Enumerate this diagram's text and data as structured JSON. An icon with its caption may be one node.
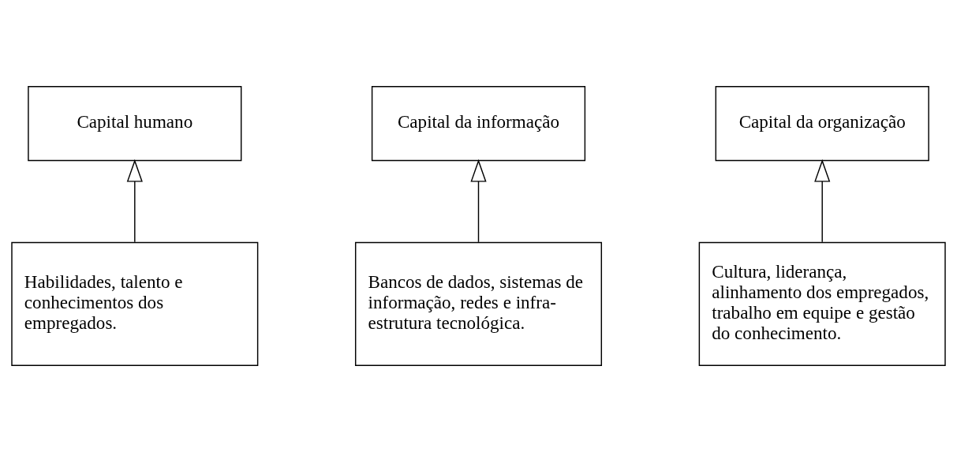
{
  "diagram": {
    "nodes": [
      {
        "text": [
          "Capital humano"
        ]
      },
      {
        "text": [
          "Capital da informação"
        ]
      },
      {
        "text": [
          "Capital da organização"
        ]
      },
      {
        "text": [
          "Habilidades, talento e conhecimentos dos empregados."
        ]
      },
      {
        "text": [
          "Bancos de dados, sistemas de informação, redes e infra-estrutura tecnológica."
        ]
      },
      {
        "text": [
          "Cultura, liderança, alinhamento dos empregados, trabalho em equipe e gestão do conhecimento."
        ]
      }
    ],
    "edges": [
      {
        "from": 3,
        "to": 0,
        "arrow": "to"
      },
      {
        "from": 4,
        "to": 1,
        "arrow": "to"
      },
      {
        "from": 5,
        "to": 2,
        "arrow": "to"
      }
    ]
  }
}
